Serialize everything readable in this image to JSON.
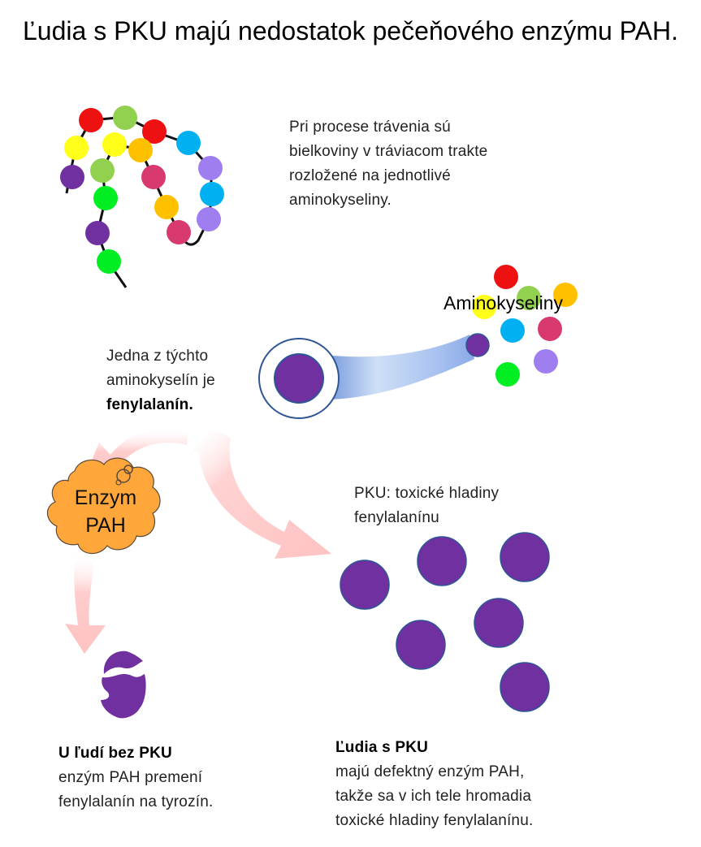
{
  "title": "Ľudia s PKU majú nedostatok pečeňového enzýmu PAH.",
  "digestion_text": [
    "Pri procese trávenia sú",
    "bielkoviny v tráviacom trakte",
    "rozložené na jednotlivé",
    "aminokyseliny."
  ],
  "amino_label": "Aminokyseliny",
  "phe_text": {
    "line1": "Jedna z týchto",
    "line2": "aminokyselín je",
    "bold": "fenylalanín."
  },
  "enzyme_label": {
    "line1": "Enzym",
    "line2": "PAH"
  },
  "pku_toxic_text": [
    "PKU: toxické hladiny",
    "fenylalanínu"
  ],
  "no_pku": {
    "bold": "U ľudí bez PKU",
    "line1": "enzým PAH premení",
    "line2": "fenylalanín na tyrozín."
  },
  "pku": {
    "bold": "Ľudia s PKU",
    "line1": "majú defektný enzým PAH,",
    "line2": "takže sa v ich tele hromadia",
    "line3": "toxické hladiny fenylalanínu."
  },
  "colors": {
    "red": "#ee1111",
    "lime": "#92d050",
    "yellow": "#ffff1a",
    "orange": "#ffc000",
    "purple": "#7030a0",
    "green": "#00ee22",
    "cyan": "#00b0f0",
    "violet": "#9f7ff0",
    "magenta": "#d83a70",
    "enzyme": "#ffa73a",
    "arrow": "#ffc7c7"
  }
}
